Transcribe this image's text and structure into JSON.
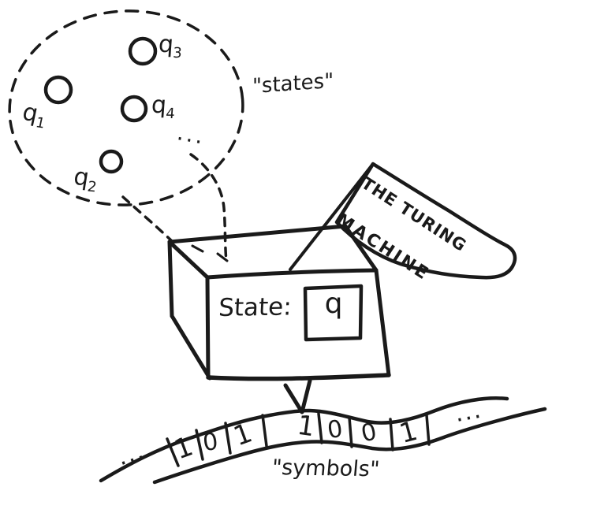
{
  "title": "hand-drawn sketch of the Turing machine",
  "bubble": {
    "label": "\"states\"",
    "ellipsis": "···",
    "states": [
      {
        "base": "q",
        "sub": "1"
      },
      {
        "base": "q",
        "sub": "2"
      },
      {
        "base": "q",
        "sub": "3"
      },
      {
        "base": "q",
        "sub": "4"
      }
    ]
  },
  "flag": {
    "line1": "THE TURING",
    "line2": "MACHINE"
  },
  "machine": {
    "state_label": "State:",
    "state_value": "q"
  },
  "tape": {
    "cells": [
      "1",
      "0",
      "1",
      "1",
      "0",
      "0",
      "1"
    ],
    "label": "\"symbols\"",
    "ellipsis_left": "···",
    "ellipsis_right": "···"
  },
  "colors": {
    "ink": "#1a1a1a",
    "background": "#ffffff"
  }
}
